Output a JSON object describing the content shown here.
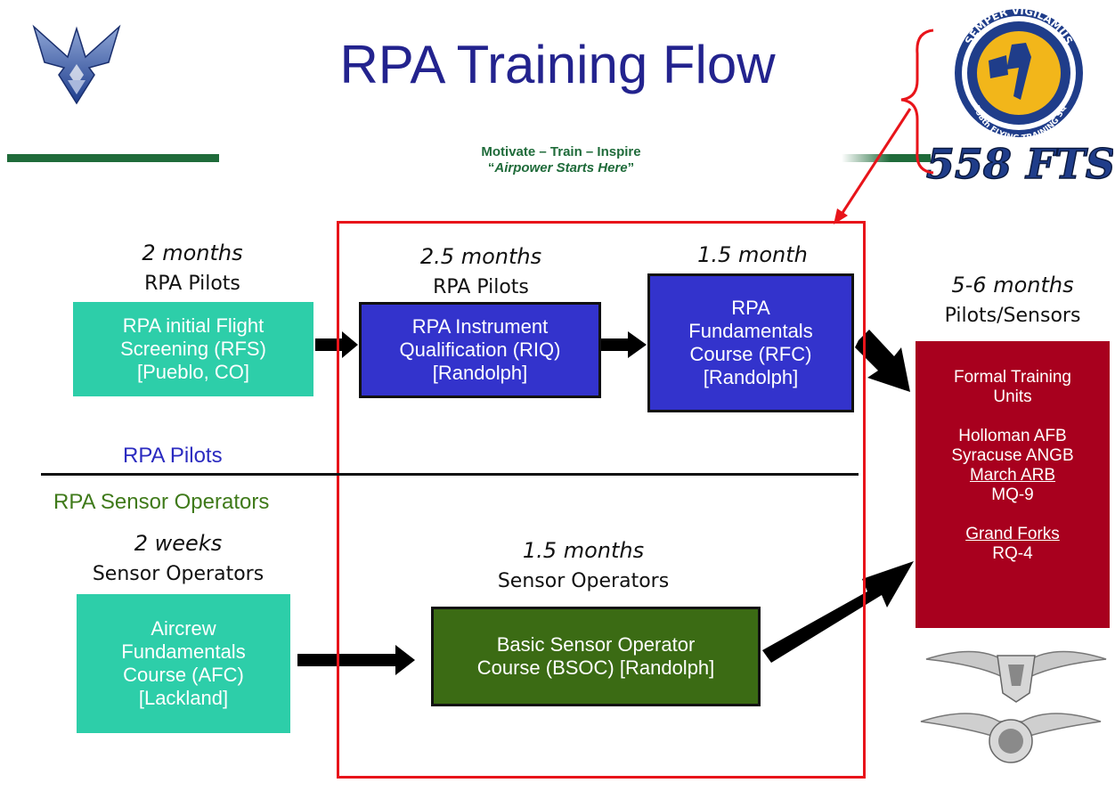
{
  "title": "RPA Training Flow",
  "motto": {
    "line1": "Motivate – Train – Inspire",
    "line2": "Airpower Starts Here",
    "open_quote": "“",
    "close_quote": "”"
  },
  "emblem": {
    "text_top": "SEMPER VIGILAMUS",
    "text_bottom": "558th FLYING TRAINING SQ",
    "label": "558 FTS"
  },
  "section_labels": {
    "pilots": "RPA Pilots",
    "sensors": "RPA Sensor Operators"
  },
  "stages": {
    "rfs": {
      "duration": "2 months",
      "audience": "RPA Pilots",
      "label": "RPA initial Flight\nScreening (RFS)\n[Pueblo, CO]"
    },
    "riq": {
      "duration": "2.5 months",
      "audience": "RPA Pilots",
      "label": "RPA Instrument\nQualification (RIQ)\n[Randolph]"
    },
    "rfc": {
      "duration": "1.5 month",
      "label": "RPA\nFundamentals\nCourse (RFC)\n[Randolph]"
    },
    "afc": {
      "duration": "2 weeks",
      "audience": "Sensor Operators",
      "label": "Aircrew\nFundamentals\nCourse (AFC)\n[Lackland]"
    },
    "bsoc": {
      "duration": "1.5 months",
      "audience": "Sensor Operators",
      "label": "Basic Sensor Operator\nCourse (BSOC) [Randolph]"
    },
    "ftu": {
      "duration": "5-6 months",
      "audience": "Pilots/Sensors",
      "heading1": "Formal Training",
      "heading2": "Units",
      "base1": "Holloman AFB",
      "base2": "Syracuse ANGB",
      "base3": "March ARB",
      "aircraft1": "MQ-9",
      "base4": "Grand Forks",
      "aircraft2": "RQ-4"
    }
  },
  "colors": {
    "title": "#23238e",
    "teal": "#2dcea9",
    "blue": "#3333cc",
    "green": "#3b6b14",
    "red": "#a8001e",
    "frame": "#e8141a"
  }
}
